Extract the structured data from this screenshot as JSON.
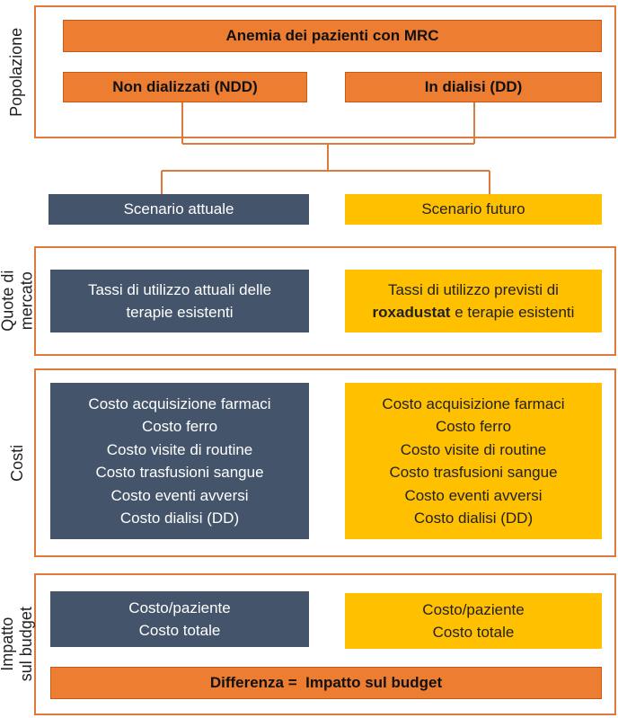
{
  "popolazione": {
    "side_label": "Popolazione",
    "title": "Anemia dei pazienti con MRC",
    "left": "Non dializzati (NDD)",
    "right": "In dialisi (DD)"
  },
  "scenarios": {
    "current": "Scenario attuale",
    "future": "Scenario futuro"
  },
  "quote": {
    "side_label_line1": "Quote di",
    "side_label_line2": "mercato",
    "current_line1": "Tassi di utilizzo attuali delle",
    "current_line2": "terapie esistenti",
    "future_line1": "Tassi di utilizzo previsti di",
    "future_bold": "roxadustat",
    "future_rest": " e terapie esistenti"
  },
  "costi": {
    "side_label": "Costi",
    "items": [
      "Costo acquisizione farmaci",
      "Costo ferro",
      "Costo visite di routine",
      "Costo trasfusioni sangue",
      "Costo eventi avversi",
      "Costo dialisi (DD)"
    ]
  },
  "impatto": {
    "side_label_line1": "Impatto",
    "side_label_line2": "sul budget",
    "item1": "Costo/paziente",
    "item2": "Costo totale",
    "difference": "Differenza =  Impatto sul budget"
  },
  "colors": {
    "border": "#e07a3a",
    "orange": "#ed7d31",
    "navy": "#44546a",
    "gold": "#ffc000"
  }
}
